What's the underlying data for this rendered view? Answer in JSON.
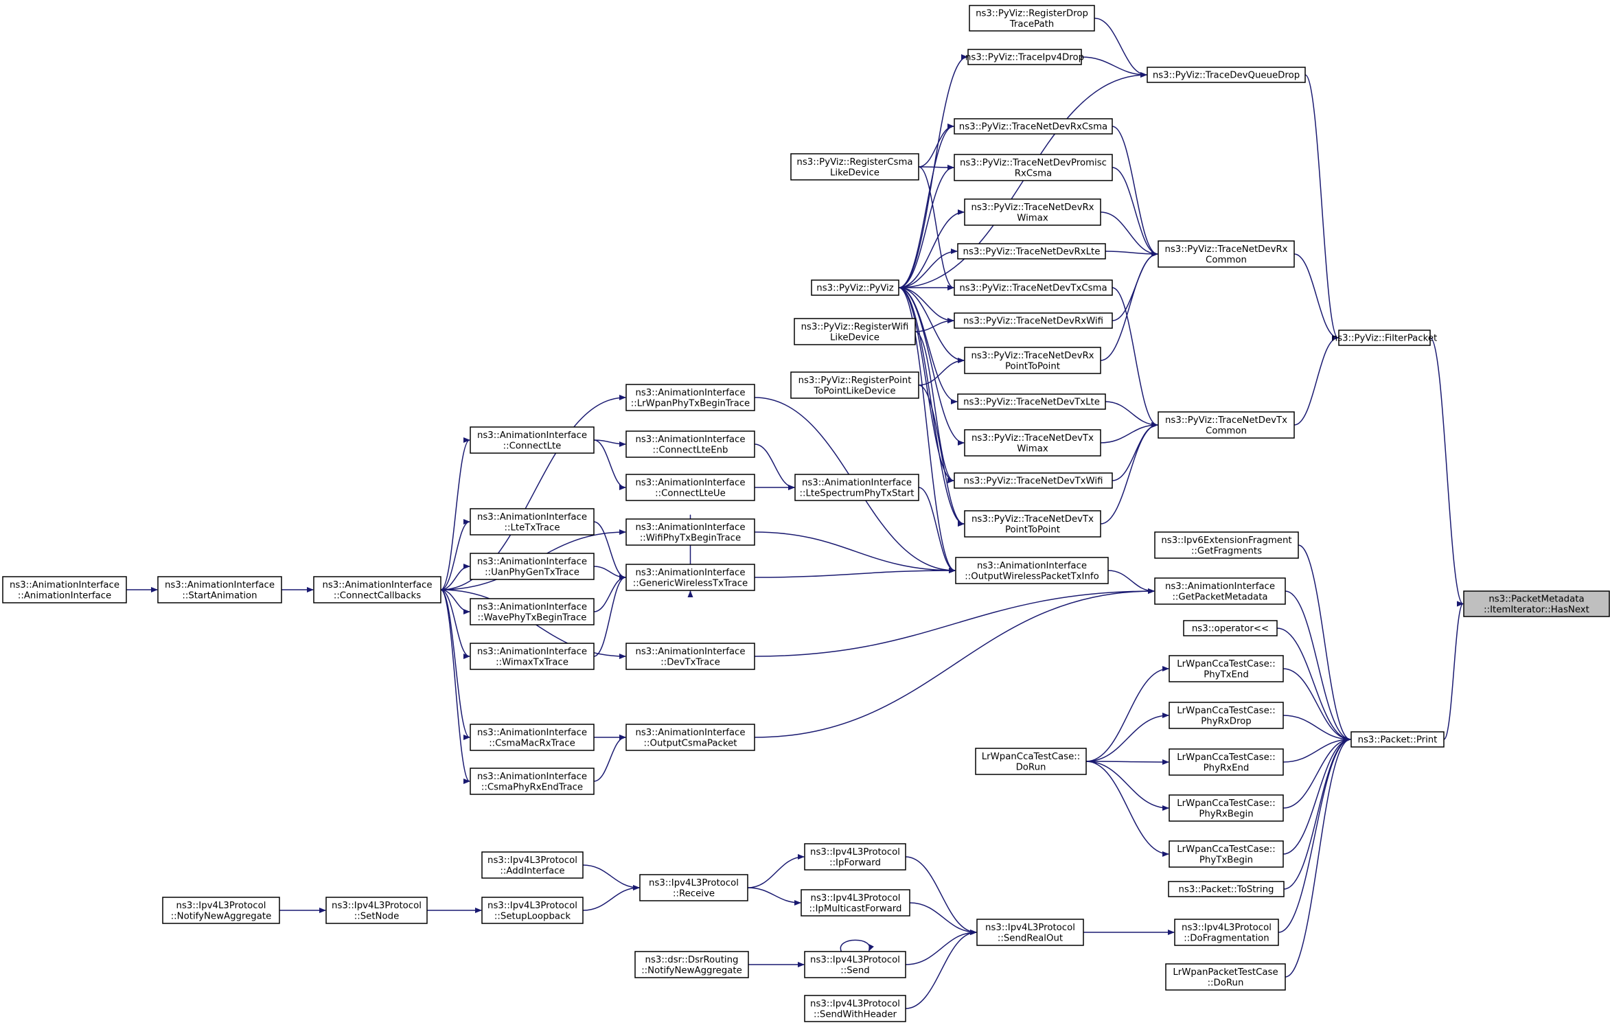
{
  "diagram": {
    "edge_color": "#191970",
    "highlight_fill": "#bfbfbf",
    "nodes": [
      {
        "id": "n1",
        "lines": [
          "ns3::PacketMetadata",
          "::ItemIterator::HasNext"
        ],
        "highlight": true
      },
      {
        "id": "n2",
        "lines": [
          "ns3::PyViz::FilterPacket"
        ]
      },
      {
        "id": "n3",
        "lines": [
          "ns3::Packet::Print"
        ]
      },
      {
        "id": "n4",
        "lines": [
          "ns3::PyViz::TraceDevQueueDrop"
        ]
      },
      {
        "id": "n5",
        "lines": [
          "ns3::PyViz::TraceNetDevRx",
          "Common"
        ]
      },
      {
        "id": "n6",
        "lines": [
          "ns3::PyViz::TraceNetDevTx",
          "Common"
        ]
      },
      {
        "id": "n7",
        "lines": [
          "ns3::PyViz::RegisterDrop",
          "TracePath"
        ]
      },
      {
        "id": "n8",
        "lines": [
          "ns3::PyViz::TraceIpv4Drop"
        ]
      },
      {
        "id": "n9",
        "lines": [
          "ns3::PyViz::PyViz"
        ]
      },
      {
        "id": "n10",
        "lines": [
          "ns3::PyViz::TraceNetDevRxCsma"
        ]
      },
      {
        "id": "n11",
        "lines": [
          "ns3::PyViz::TraceNetDevPromisc",
          "RxCsma"
        ]
      },
      {
        "id": "n12",
        "lines": [
          "ns3::PyViz::TraceNetDevRx",
          "Wimax"
        ]
      },
      {
        "id": "n13",
        "lines": [
          "ns3::PyViz::TraceNetDevRxLte"
        ]
      },
      {
        "id": "n14",
        "lines": [
          "ns3::PyViz::TraceNetDevTxCsma"
        ]
      },
      {
        "id": "n15",
        "lines": [
          "ns3::PyViz::TraceNetDevRxWifi"
        ]
      },
      {
        "id": "n16",
        "lines": [
          "ns3::PyViz::TraceNetDevRx",
          "PointToPoint"
        ]
      },
      {
        "id": "n17",
        "lines": [
          "ns3::PyViz::TraceNetDevTxLte"
        ]
      },
      {
        "id": "n18",
        "lines": [
          "ns3::PyViz::TraceNetDevTx",
          "Wimax"
        ]
      },
      {
        "id": "n19",
        "lines": [
          "ns3::PyViz::TraceNetDevTxWifi"
        ]
      },
      {
        "id": "n20",
        "lines": [
          "ns3::PyViz::TraceNetDevTx",
          "PointToPoint"
        ]
      },
      {
        "id": "n21",
        "lines": [
          "ns3::PyViz::RegisterCsma",
          "LikeDevice"
        ]
      },
      {
        "id": "n22",
        "lines": [
          "ns3::PyViz::RegisterWifi",
          "LikeDevice"
        ]
      },
      {
        "id": "n23",
        "lines": [
          "ns3::PyViz::RegisterPoint",
          "ToPointLikeDevice"
        ]
      },
      {
        "id": "n24",
        "lines": [
          "ns3::AnimationInterface",
          "::LrWpanPhyTxBeginTrace"
        ]
      },
      {
        "id": "n25",
        "lines": [
          "ns3::AnimationInterface",
          "::ConnectLte"
        ]
      },
      {
        "id": "n26",
        "lines": [
          "ns3::AnimationInterface",
          "::ConnectLteEnb"
        ]
      },
      {
        "id": "n27",
        "lines": [
          "ns3::AnimationInterface",
          "::ConnectLteUe"
        ]
      },
      {
        "id": "n28",
        "lines": [
          "ns3::AnimationInterface",
          "::LteSpectrumPhyTxStart"
        ]
      },
      {
        "id": "n29",
        "lines": [
          "ns3::AnimationInterface",
          "::LteTxTrace"
        ]
      },
      {
        "id": "n30",
        "lines": [
          "ns3::AnimationInterface",
          "::WifiPhyTxBeginTrace"
        ]
      },
      {
        "id": "n31",
        "lines": [
          "ns3::AnimationInterface",
          "::UanPhyGenTxTrace"
        ]
      },
      {
        "id": "n32",
        "lines": [
          "ns3::AnimationInterface",
          "::GenericWirelessTxTrace"
        ]
      },
      {
        "id": "n33",
        "lines": [
          "ns3::AnimationInterface",
          "::OutputWirelessPacketTxInfo"
        ]
      },
      {
        "id": "n34",
        "lines": [
          "ns3::AnimationInterface",
          "::WavePhyTxBeginTrace"
        ]
      },
      {
        "id": "n35",
        "lines": [
          "ns3::AnimationInterface",
          "::WimaxTxTrace"
        ]
      },
      {
        "id": "n36",
        "lines": [
          "ns3::AnimationInterface",
          "::DevTxTrace"
        ]
      },
      {
        "id": "n37",
        "lines": [
          "ns3::AnimationInterface",
          "::ConnectCallbacks"
        ]
      },
      {
        "id": "n38",
        "lines": [
          "ns3::AnimationInterface",
          "::StartAnimation"
        ]
      },
      {
        "id": "n39",
        "lines": [
          "ns3::AnimationInterface",
          "::AnimationInterface"
        ]
      },
      {
        "id": "n40",
        "lines": [
          "ns3::AnimationInterface",
          "::CsmaMacRxTrace"
        ]
      },
      {
        "id": "n41",
        "lines": [
          "ns3::AnimationInterface",
          "::CsmaPhyRxEndTrace"
        ]
      },
      {
        "id": "n42",
        "lines": [
          "ns3::AnimationInterface",
          "::OutputCsmaPacket"
        ]
      },
      {
        "id": "n43",
        "lines": [
          "ns3::AnimationInterface",
          "::GetPacketMetadata"
        ]
      },
      {
        "id": "n44",
        "lines": [
          "ns3::Ipv6ExtensionFragment",
          "::GetFragments"
        ]
      },
      {
        "id": "n45",
        "lines": [
          "ns3::operator<<"
        ]
      },
      {
        "id": "n46",
        "lines": [
          "LrWpanCcaTestCase::",
          "PhyTxEnd"
        ]
      },
      {
        "id": "n47",
        "lines": [
          "LrWpanCcaTestCase::",
          "PhyRxDrop"
        ]
      },
      {
        "id": "n48",
        "lines": [
          "LrWpanCcaTestCase::",
          "PhyRxEnd"
        ]
      },
      {
        "id": "n49",
        "lines": [
          "LrWpanCcaTestCase::",
          "PhyRxBegin"
        ]
      },
      {
        "id": "n50",
        "lines": [
          "LrWpanCcaTestCase::",
          "PhyTxBegin"
        ]
      },
      {
        "id": "n51",
        "lines": [
          "LrWpanCcaTestCase::",
          "DoRun"
        ]
      },
      {
        "id": "n52",
        "lines": [
          "ns3::Packet::ToString"
        ]
      },
      {
        "id": "n53",
        "lines": [
          "ns3::Ipv4L3Protocol",
          "::DoFragmentation"
        ]
      },
      {
        "id": "n54",
        "lines": [
          "LrWpanPacketTestCase",
          "::DoRun"
        ]
      },
      {
        "id": "n55",
        "lines": [
          "ns3::Ipv4L3Protocol",
          "::SendRealOut"
        ]
      },
      {
        "id": "n56",
        "lines": [
          "ns3::Ipv4L3Protocol",
          "::IpForward"
        ]
      },
      {
        "id": "n57",
        "lines": [
          "ns3::Ipv4L3Protocol",
          "::IpMulticastForward"
        ]
      },
      {
        "id": "n58",
        "lines": [
          "ns3::Ipv4L3Protocol",
          "::Send"
        ]
      },
      {
        "id": "n59",
        "lines": [
          "ns3::Ipv4L3Protocol",
          "::SendWithHeader"
        ]
      },
      {
        "id": "n60",
        "lines": [
          "ns3::Ipv4L3Protocol",
          "::Receive"
        ]
      },
      {
        "id": "n61",
        "lines": [
          "ns3::Ipv4L3Protocol",
          "::AddInterface"
        ]
      },
      {
        "id": "n62",
        "lines": [
          "ns3::Ipv4L3Protocol",
          "::SetupLoopback"
        ]
      },
      {
        "id": "n63",
        "lines": [
          "ns3::Ipv4L3Protocol",
          "::SetNode"
        ]
      },
      {
        "id": "n64",
        "lines": [
          "ns3::Ipv4L3Protocol",
          "::NotifyNewAggregate"
        ]
      },
      {
        "id": "n65",
        "lines": [
          "ns3::dsr::DsrRouting",
          "::NotifyNewAggregate"
        ]
      }
    ],
    "edges": [
      [
        "n2",
        "n1"
      ],
      [
        "n3",
        "n1"
      ],
      [
        "n4",
        "n2"
      ],
      [
        "n5",
        "n2"
      ],
      [
        "n6",
        "n2"
      ],
      [
        "n7",
        "n4"
      ],
      [
        "n8",
        "n4"
      ],
      [
        "n9",
        "n4"
      ],
      [
        "n10",
        "n5"
      ],
      [
        "n11",
        "n5"
      ],
      [
        "n12",
        "n5"
      ],
      [
        "n13",
        "n5"
      ],
      [
        "n15",
        "n5"
      ],
      [
        "n16",
        "n5"
      ],
      [
        "n14",
        "n6"
      ],
      [
        "n17",
        "n6"
      ],
      [
        "n18",
        "n6"
      ],
      [
        "n19",
        "n6"
      ],
      [
        "n20",
        "n6"
      ],
      [
        "n9",
        "n8"
      ],
      [
        "n9",
        "n10"
      ],
      [
        "n9",
        "n11"
      ],
      [
        "n9",
        "n12"
      ],
      [
        "n9",
        "n13"
      ],
      [
        "n9",
        "n14"
      ],
      [
        "n9",
        "n15"
      ],
      [
        "n9",
        "n16"
      ],
      [
        "n9",
        "n17"
      ],
      [
        "n9",
        "n18"
      ],
      [
        "n9",
        "n19"
      ],
      [
        "n9",
        "n20"
      ],
      [
        "n9",
        "n33"
      ],
      [
        "n21",
        "n10"
      ],
      [
        "n21",
        "n11"
      ],
      [
        "n21",
        "n14"
      ],
      [
        "n22",
        "n15"
      ],
      [
        "n22",
        "n19"
      ],
      [
        "n23",
        "n16"
      ],
      [
        "n23",
        "n20"
      ],
      [
        "n37",
        "n24"
      ],
      [
        "n37",
        "n25"
      ],
      [
        "n37",
        "n29"
      ],
      [
        "n37",
        "n30"
      ],
      [
        "n37",
        "n31"
      ],
      [
        "n37",
        "n34"
      ],
      [
        "n37",
        "n35"
      ],
      [
        "n37",
        "n36"
      ],
      [
        "n37",
        "n40"
      ],
      [
        "n37",
        "n41"
      ],
      [
        "n38",
        "n37"
      ],
      [
        "n39",
        "n38"
      ],
      [
        "n25",
        "n26"
      ],
      [
        "n25",
        "n27"
      ],
      [
        "n26",
        "n28"
      ],
      [
        "n27",
        "n28"
      ],
      [
        "n29",
        "n32"
      ],
      [
        "n30",
        "n32"
      ],
      [
        "n31",
        "n32"
      ],
      [
        "n34",
        "n32"
      ],
      [
        "n35",
        "n32"
      ],
      [
        "n24",
        "n33"
      ],
      [
        "n28",
        "n33"
      ],
      [
        "n30",
        "n33"
      ],
      [
        "n32",
        "n33"
      ],
      [
        "n33",
        "n43"
      ],
      [
        "n36",
        "n43"
      ],
      [
        "n42",
        "n43"
      ],
      [
        "n40",
        "n42"
      ],
      [
        "n41",
        "n42"
      ],
      [
        "n43",
        "n3"
      ],
      [
        "n44",
        "n3"
      ],
      [
        "n45",
        "n3"
      ],
      [
        "n46",
        "n3"
      ],
      [
        "n47",
        "n3"
      ],
      [
        "n48",
        "n3"
      ],
      [
        "n49",
        "n3"
      ],
      [
        "n50",
        "n3"
      ],
      [
        "n52",
        "n3"
      ],
      [
        "n53",
        "n3"
      ],
      [
        "n54",
        "n3"
      ],
      [
        "n51",
        "n46"
      ],
      [
        "n51",
        "n47"
      ],
      [
        "n51",
        "n48"
      ],
      [
        "n51",
        "n49"
      ],
      [
        "n51",
        "n50"
      ],
      [
        "n55",
        "n53"
      ],
      [
        "n56",
        "n55"
      ],
      [
        "n57",
        "n55"
      ],
      [
        "n58",
        "n55"
      ],
      [
        "n59",
        "n55"
      ],
      [
        "n58",
        "n58"
      ],
      [
        "n60",
        "n56"
      ],
      [
        "n60",
        "n57"
      ],
      [
        "n61",
        "n60"
      ],
      [
        "n62",
        "n60"
      ],
      [
        "n63",
        "n62"
      ],
      [
        "n64",
        "n63"
      ],
      [
        "n65",
        "n58"
      ]
    ]
  }
}
